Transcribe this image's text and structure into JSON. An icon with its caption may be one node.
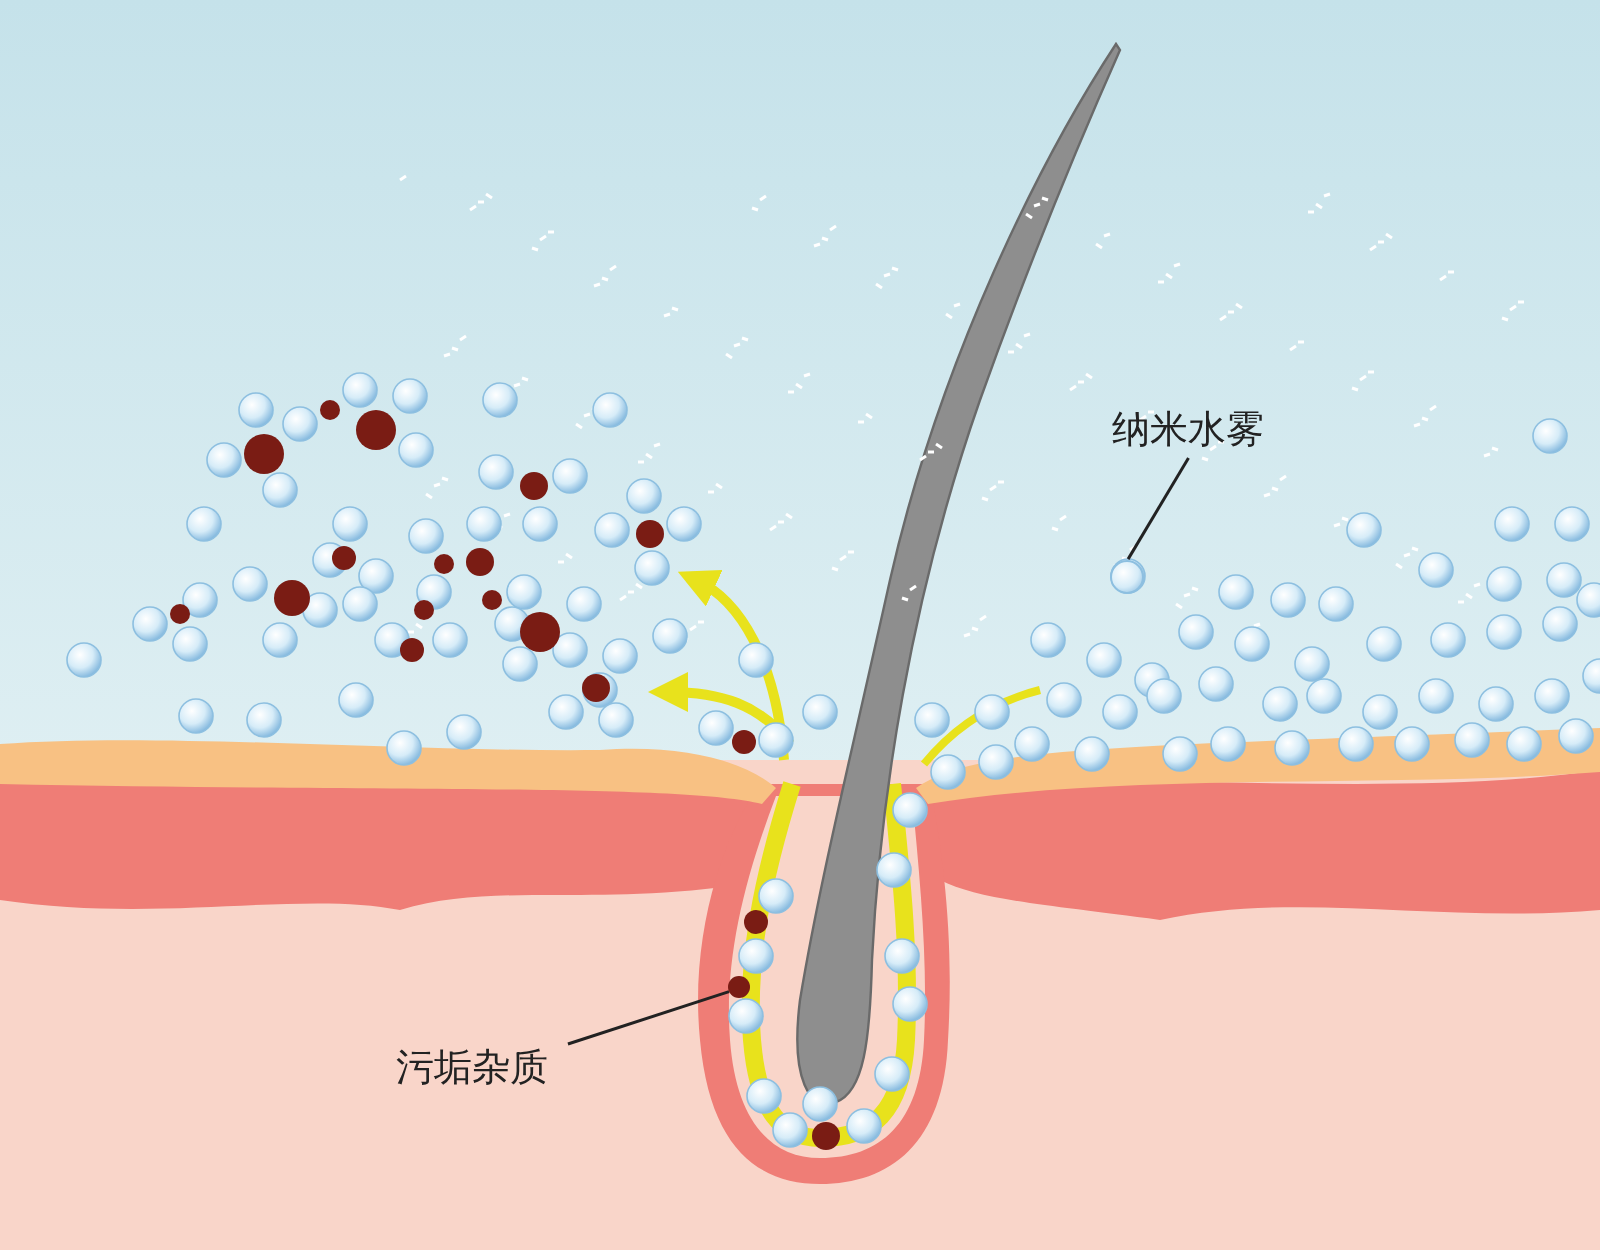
{
  "diagram": {
    "nodes": [
      {
        "text": [
          "纳米水雾"
        ]
      },
      {
        "text": [],
        "shape": "circle"
      },
      {
        "text": [
          "污垢杂质"
        ]
      },
      {
        "text": [],
        "shape": "circle"
      }
    ],
    "edges": [
      {
        "from": 0,
        "to": 1,
        "arrow": "none"
      },
      {
        "from": 2,
        "to": 3,
        "arrow": "none"
      }
    ]
  }
}
